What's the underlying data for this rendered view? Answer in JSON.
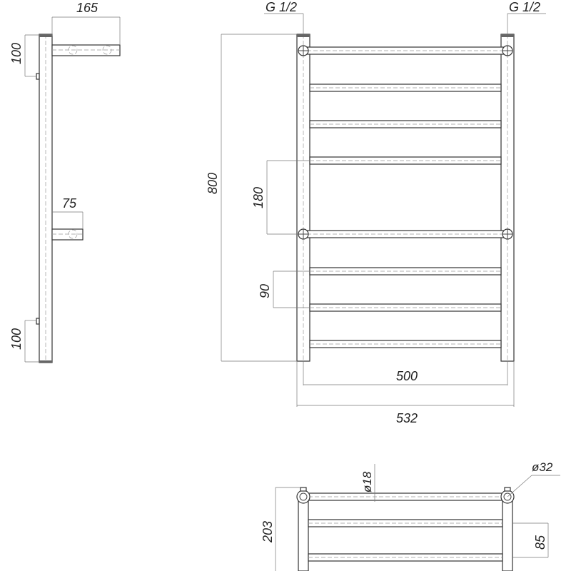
{
  "drawing": {
    "subject": "Towel rail technical drawing",
    "side_view": {
      "dim_bracket_top_width": "165",
      "dim_top_offset": "100",
      "dim_mid_bracket_width": "75",
      "dim_bottom_offset": "100"
    },
    "front_view": {
      "thread_left": "G 1/2",
      "thread_right": "G 1/2",
      "dim_height": "800",
      "dim_spacing_large": "180",
      "dim_spacing_small": "90",
      "dim_inner_width": "500",
      "dim_outer_width": "532"
    },
    "top_view": {
      "dim_depth": "203",
      "dim_rail_diameter": "ø18",
      "dim_post_diameter": "ø32",
      "dim_rail_spacing": "85"
    }
  }
}
